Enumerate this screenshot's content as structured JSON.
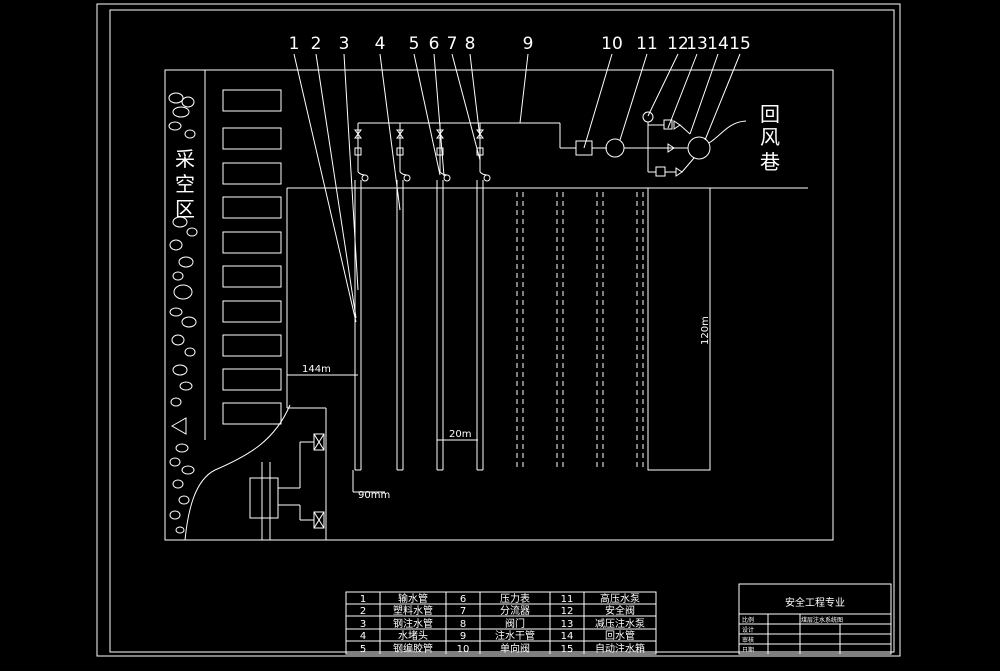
{
  "labels": {
    "goaf_chars": [
      "采",
      "空",
      "区"
    ],
    "return_airway_chars": [
      "回",
      "风",
      "巷"
    ],
    "dim_144": "144m",
    "dim_20": "20m",
    "dim_90": "90mm",
    "dim_120": "120m"
  },
  "callouts": [
    "1",
    "2",
    "3",
    "4",
    "5",
    "6",
    "7",
    "8",
    "9",
    "10",
    "11",
    "12",
    "13",
    "14",
    "15"
  ],
  "legend": {
    "rows": [
      {
        "n1": "1",
        "t1": "输水管",
        "n2": "6",
        "t2": "压力表",
        "n3": "11",
        "t3": "高压水泵"
      },
      {
        "n1": "2",
        "t1": "塑料水管",
        "n2": "7",
        "t2": "分流器",
        "n3": "12",
        "t3": "安全阀"
      },
      {
        "n1": "3",
        "t1": "钢注水管",
        "n2": "8",
        "t2": "阀门",
        "n3": "13",
        "t3": "减压注水泵"
      },
      {
        "n1": "4",
        "t1": "水堵头",
        "n2": "9",
        "t2": "注水干管",
        "n3": "14",
        "t3": "回水管"
      },
      {
        "n1": "5",
        "t1": "钢编胶管",
        "n2": "10",
        "t2": "单向阀",
        "n3": "15",
        "t3": "自动注水箱"
      }
    ]
  },
  "title_block": {
    "title": "安全工程专业",
    "drawing_name": "煤层注水系统图",
    "rows": [
      "比例",
      "设计",
      "审核",
      "日期"
    ]
  }
}
